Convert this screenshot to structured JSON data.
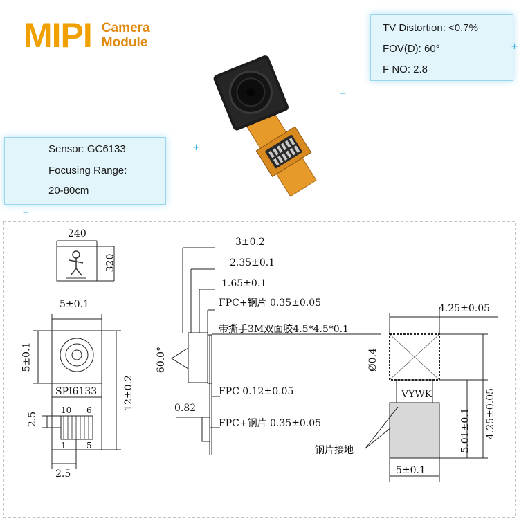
{
  "header": {
    "logo_main": "MIPI",
    "logo_sub_line1": "Camera",
    "logo_sub_line2": "Module",
    "accent_color": "#f0a000"
  },
  "specs_right": {
    "tv_distortion": "TV Distortion: <0.7%",
    "fov": "FOV(D): 60°",
    "f_no": "F NO: 2.8"
  },
  "specs_left": {
    "sensor": "Sensor: GC6133",
    "focusing_range_label": "Focusing Range:",
    "focusing_range_value": "20-80cm"
  },
  "drawing": {
    "box_w": "240",
    "box_h": "320",
    "front_width": "5±0.1",
    "front_height": "5±0.1",
    "total_height": "12±0.2",
    "pin_pitch_h": "2.5",
    "pin_pitch_w": "2.5",
    "module_label": "SPI6133",
    "pin_10": "10",
    "pin_6": "6",
    "pin_1": "1",
    "pin_5": "5",
    "angle": "60.0°",
    "side_3": "3±0.2",
    "side_235": "2.35±0.1",
    "side_165": "1.65±0.1",
    "fpc_steel_top": "FPC+钢片 0.35±0.05",
    "tape": "带撕手3M双面胶4.5*4.5*0.1",
    "fpc_thick": "FPC 0.12±0.05",
    "side_082": "0.82",
    "fpc_steel_bottom": "FPC+钢片 0.35±0.05",
    "back_top_w": "4.25±0.05",
    "back_hole": "Ø0.4",
    "back_right_h": "4.25±0.05",
    "back_label": "VYWK",
    "back_lower_h": "5.01±0.1",
    "back_bottom_w": "5±0.1",
    "steel_ground": "钢片接地"
  }
}
